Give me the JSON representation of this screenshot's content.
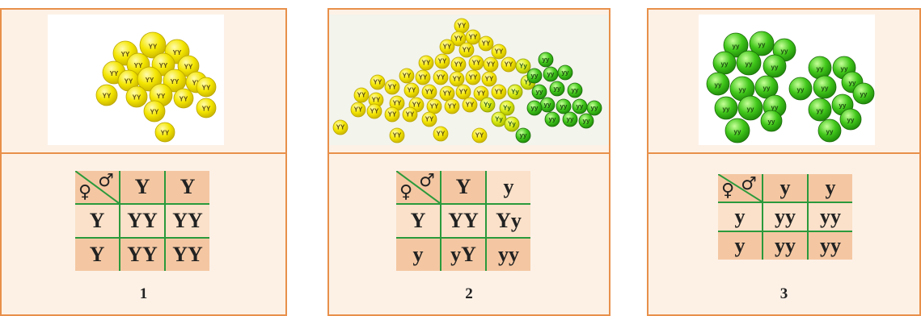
{
  "panels": [
    {
      "number": "1",
      "pea_label": "YY",
      "table": {
        "female_symbol": "♀",
        "male_symbol": "♂",
        "header": [
          "Y",
          "Y"
        ],
        "rows": [
          {
            "label": "Y",
            "cells": [
              "YY",
              "YY"
            ]
          },
          {
            "label": "Y",
            "cells": [
              "YY",
              "YY"
            ]
          }
        ]
      }
    },
    {
      "number": "2",
      "pea_labels": [
        "YY",
        "Yy",
        "yy"
      ],
      "table": {
        "female_symbol": "♀",
        "male_symbol": "♂",
        "header": [
          "Y",
          "y"
        ],
        "rows": [
          {
            "label": "Y",
            "cells": [
              "YY",
              "Yy"
            ]
          },
          {
            "label": "y",
            "cells": [
              "yY",
              "yy"
            ]
          }
        ]
      }
    },
    {
      "number": "3",
      "pea_label": "yy",
      "table": {
        "female_symbol": "♀",
        "male_symbol": "♂",
        "header": [
          "y",
          "y"
        ],
        "rows": [
          {
            "label": "y",
            "cells": [
              "yy",
              "yy"
            ]
          },
          {
            "label": "y",
            "cells": [
              "yy",
              "yy"
            ]
          }
        ]
      }
    }
  ],
  "colors": {
    "border": "#e8904a",
    "panel_bg": "#fdf1e6",
    "grid_line": "#2a9a3c",
    "cell_dark": "#f4c7a2",
    "cell_light": "#fbe1c9",
    "yellow_pea": "#f2e400",
    "green_pea": "#3cc41a"
  }
}
